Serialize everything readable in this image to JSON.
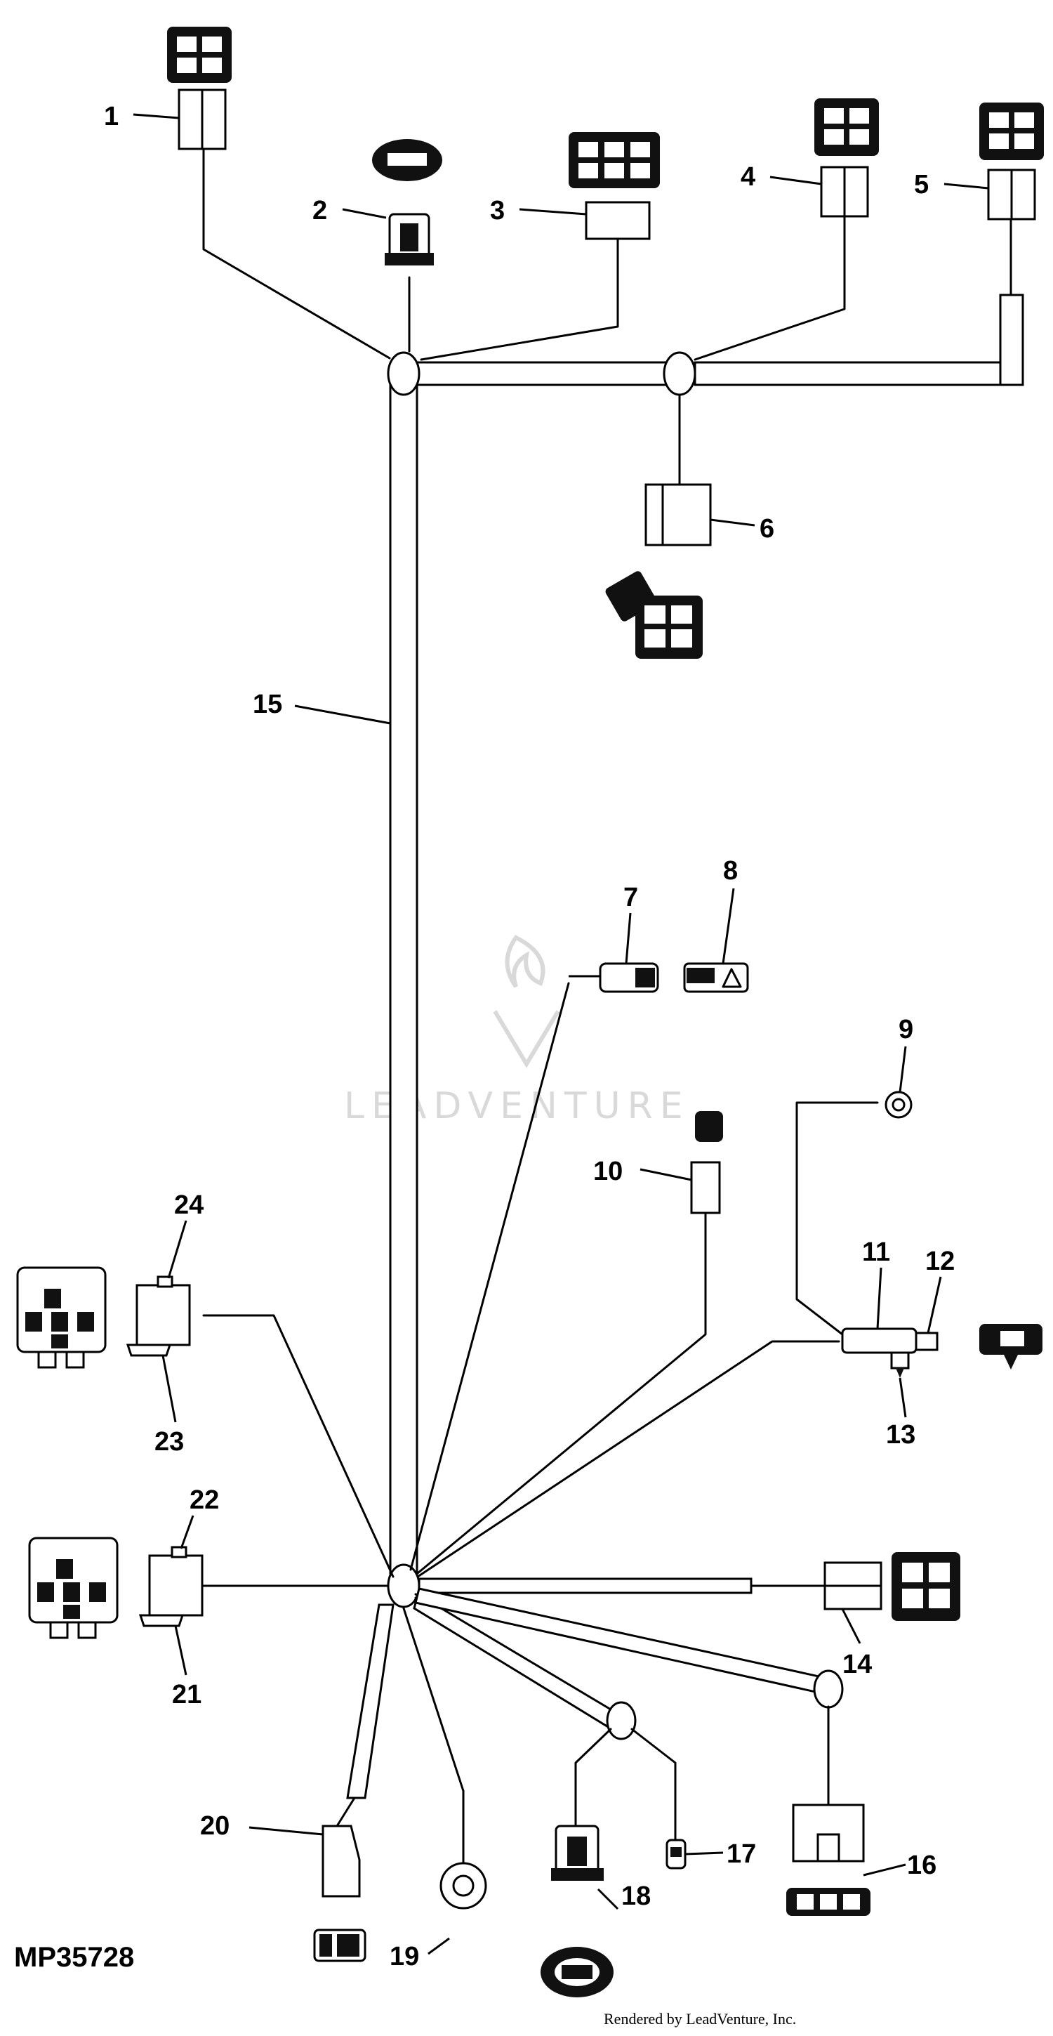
{
  "diagram": {
    "figure_id": "MP35728",
    "credit": "Rendered by LeadVenture, Inc.",
    "watermark": "LEADVENTURE",
    "callouts": [
      "1",
      "2",
      "3",
      "4",
      "5",
      "6",
      "7",
      "8",
      "9",
      "10",
      "11",
      "12",
      "13",
      "14",
      "15",
      "16",
      "17",
      "18",
      "19",
      "20",
      "21",
      "22",
      "23",
      "24"
    ]
  }
}
